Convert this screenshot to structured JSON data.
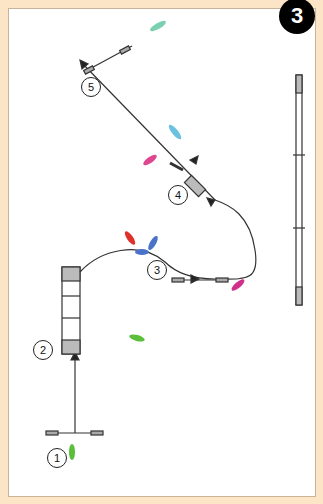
{
  "diagram": {
    "nodes": [
      {
        "text": [
          "3"
        ]
      },
      {
        "text": [
          "5"
        ]
      },
      {
        "text": [
          "4"
        ]
      },
      {
        "text": [
          "3"
        ]
      },
      {
        "text": [
          "2"
        ]
      },
      {
        "text": [
          "1"
        ]
      }
    ]
  }
}
